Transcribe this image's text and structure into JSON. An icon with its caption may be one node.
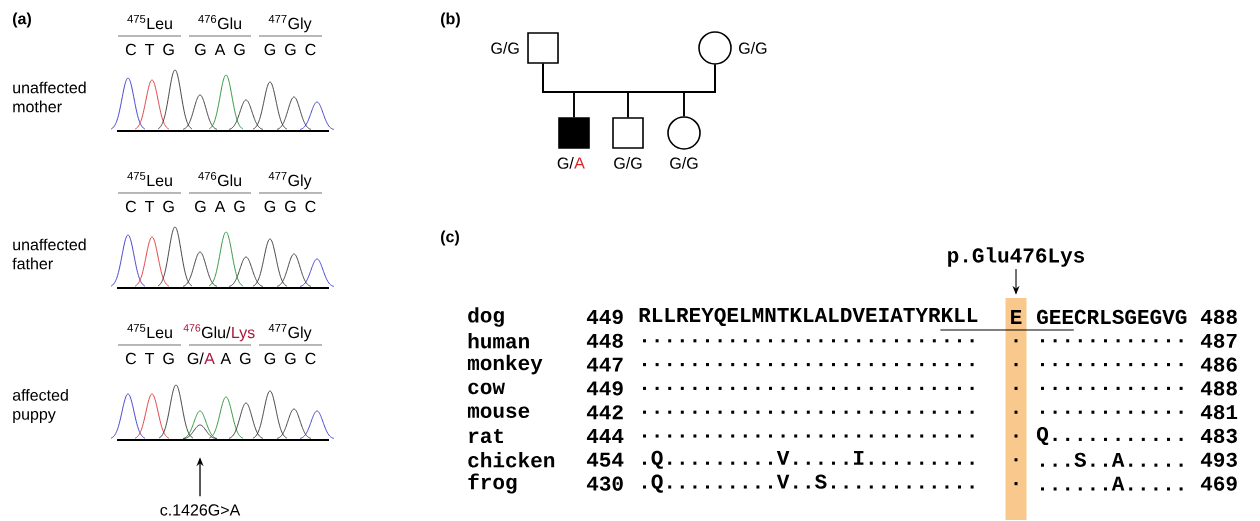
{
  "diagram": {
    "nodes": [
      {
        "text": [],
        "shape": "picture"
      },
      {
        "text": [],
        "shape": "picture"
      },
      {
        "text": [],
        "shape": "picture"
      },
      {
        "text": [
          "c.1426G>A"
        ]
      },
      {
        "text": [],
        "shape": "box",
        "beside": [
          "G/G"
        ]
      },
      {
        "text": [],
        "shape": "circle",
        "beside": [
          "G/G"
        ]
      },
      {
        "text": [],
        "shape": "box",
        "beside": [
          "G/",
          "A"
        ]
      },
      {
        "text": [],
        "shape": "box",
        "beside": [
          "G/G"
        ]
      },
      {
        "text": [],
        "shape": "circle",
        "beside": [
          "G/G"
        ]
      },
      {
        "text": [
          "p.Glu476Lys"
        ]
      },
      {
        "text": [
          "E",
          ".",
          ".",
          ".",
          ".",
          ".",
          ".",
          "."
        ]
      }
    ],
    "edges": [
      {
        "from": 3,
        "to": 2,
        "arrow": "to"
      },
      {
        "from": 4,
        "to": 5,
        "arrow": "none"
      },
      {
        "from": 4,
        "to": 6,
        "arrow": "none"
      },
      {
        "from": 4,
        "to": 7,
        "arrow": "none"
      },
      {
        "from": 4,
        "to": 8,
        "arrow": "none"
      },
      {
        "from": 5,
        "to": 6,
        "arrow": "none"
      },
      {
        "from": 5,
        "to": 7,
        "arrow": "none"
      },
      {
        "from": 5,
        "to": 8,
        "arrow": "none"
      },
      {
        "from": 9,
        "to": 10,
        "arrow": "to"
      }
    ],
    "labels": [
      "(a)",
      "$^{475}$Leu",
      "$^{476}$Glu",
      "$^{477}$Gly",
      "C T G",
      "G A G",
      "G G C",
      "unaffected mother",
      "$^{475}$Leu",
      "$^{476}$Glu",
      "$^{477}$Gly",
      "C T G",
      "G A G",
      "G G C",
      "unaffected father",
      "$^{475}$Leu",
      "476",
      "Glu/",
      "Lys",
      "$^{477}$Gly",
      "C T G",
      "G/",
      "A",
      "A G",
      "G G C",
      "affected puppy",
      "(b)",
      "(c)",
      "dog",
      "449",
      "RLLREYQELMNTKLALDVEIATYRKLL",
      "GEECRLSGEGVG",
      "488",
      "human",
      "448",
      "...........................",
      "............",
      "487",
      "monkey",
      "447",
      "...........................",
      "............",
      "486",
      "cow",
      "449",
      "...........................",
      "............",
      "488",
      "mouse",
      "442",
      "...........................",
      "............",
      "481",
      "rat",
      "444",
      "...........................",
      "Q...........",
      "483",
      "chicken",
      "454",
      ".Q.........V.....I.........",
      "...S..A.....",
      "493",
      "frog",
      "430",
      ".Q.........V..S............",
      "......A.....",
      "469"
    ]
  }
}
